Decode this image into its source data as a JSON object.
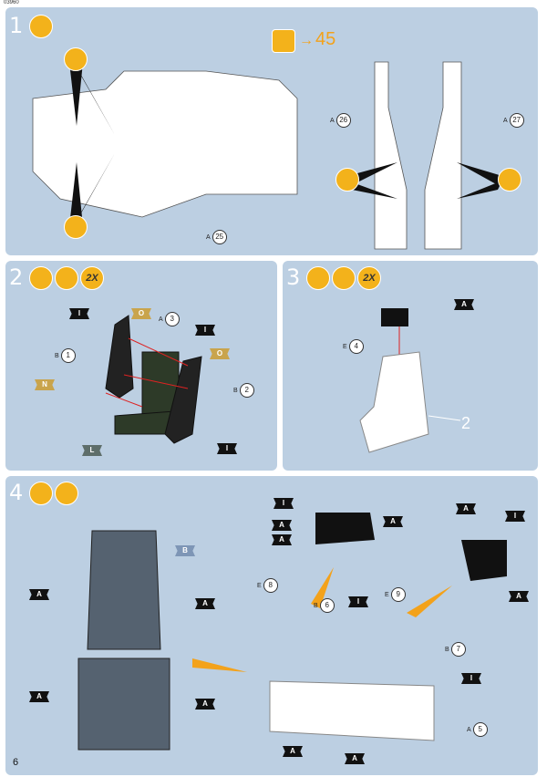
{
  "code": "03960",
  "page_number": "6",
  "step1": {
    "num": "1",
    "ref_arrow": "45",
    "parts": {
      "p25": "25",
      "p26": "26",
      "p27": "27"
    },
    "prefix": "A"
  },
  "step2": {
    "num": "2",
    "qty": "2X",
    "parts": {
      "p1": "1",
      "p2": "2",
      "p3": "3"
    },
    "flags": [
      "I",
      "O",
      "I",
      "O",
      "N",
      "L",
      "I"
    ]
  },
  "step3": {
    "num": "3",
    "qty": "2X",
    "parts": {
      "p4": "4"
    },
    "flags": [
      "A"
    ],
    "big_label": "2"
  },
  "step4": {
    "num": "4",
    "parts": {
      "p5": "5",
      "p6": "6",
      "p7": "7",
      "p8": "8",
      "p9": "9"
    },
    "flags": [
      "B",
      "A",
      "A",
      "A",
      "A",
      "I",
      "A",
      "A",
      "A",
      "I",
      "A",
      "A",
      "I",
      "I",
      "A",
      "A"
    ]
  },
  "colors": {
    "panel": "#bccfe2",
    "orange": "#f3a21b",
    "dark": "#111111"
  }
}
